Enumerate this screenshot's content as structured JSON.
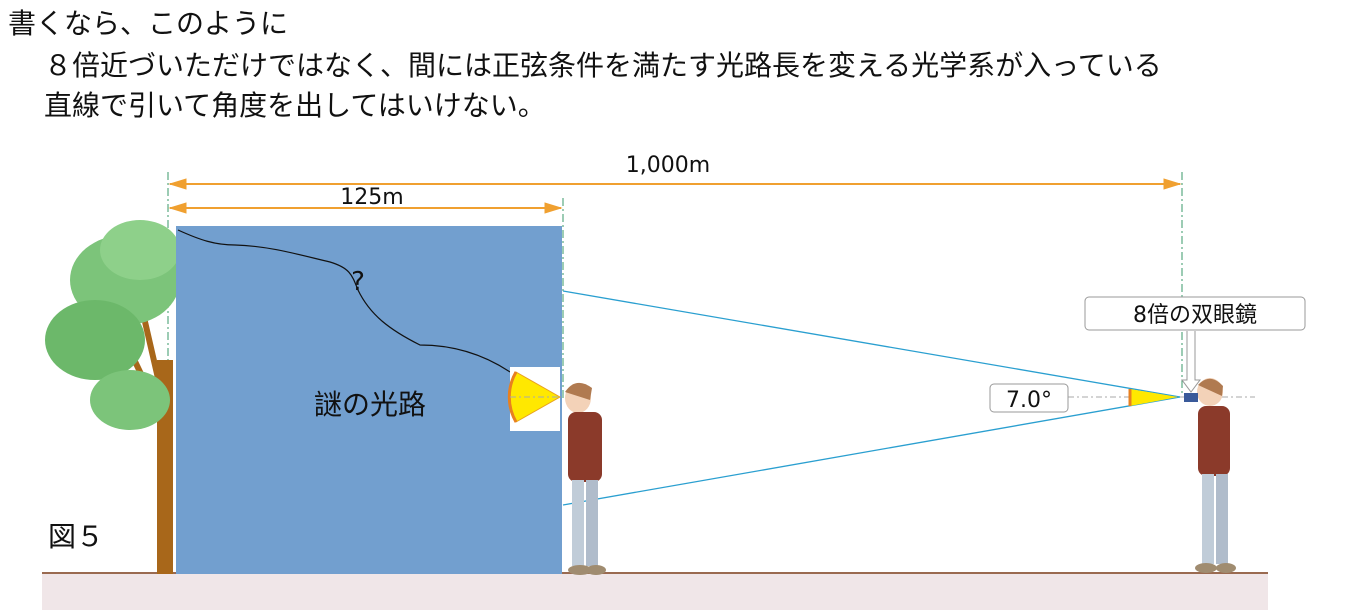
{
  "text_lines": [
    "書くなら、このように",
    "８倍近づいただけではなく、間には正弦条件を満たす光路長を変える光学系が入っている",
    "直線で引いて角度を出してはいけない。"
  ],
  "diagram": {
    "distance_total": "1,000m",
    "distance_partial": "125m",
    "question_mark": "?",
    "box_label": "謎の光路",
    "angle_label": "7.0°",
    "binocular_label": "8倍の双眼鏡",
    "figure_label": "図５"
  },
  "colors": {
    "box": "#729fcf",
    "dimension": "#f0a030",
    "ray": "#2a9fd0",
    "wedge": "#ffe800",
    "ground": "#f0e6e8"
  }
}
